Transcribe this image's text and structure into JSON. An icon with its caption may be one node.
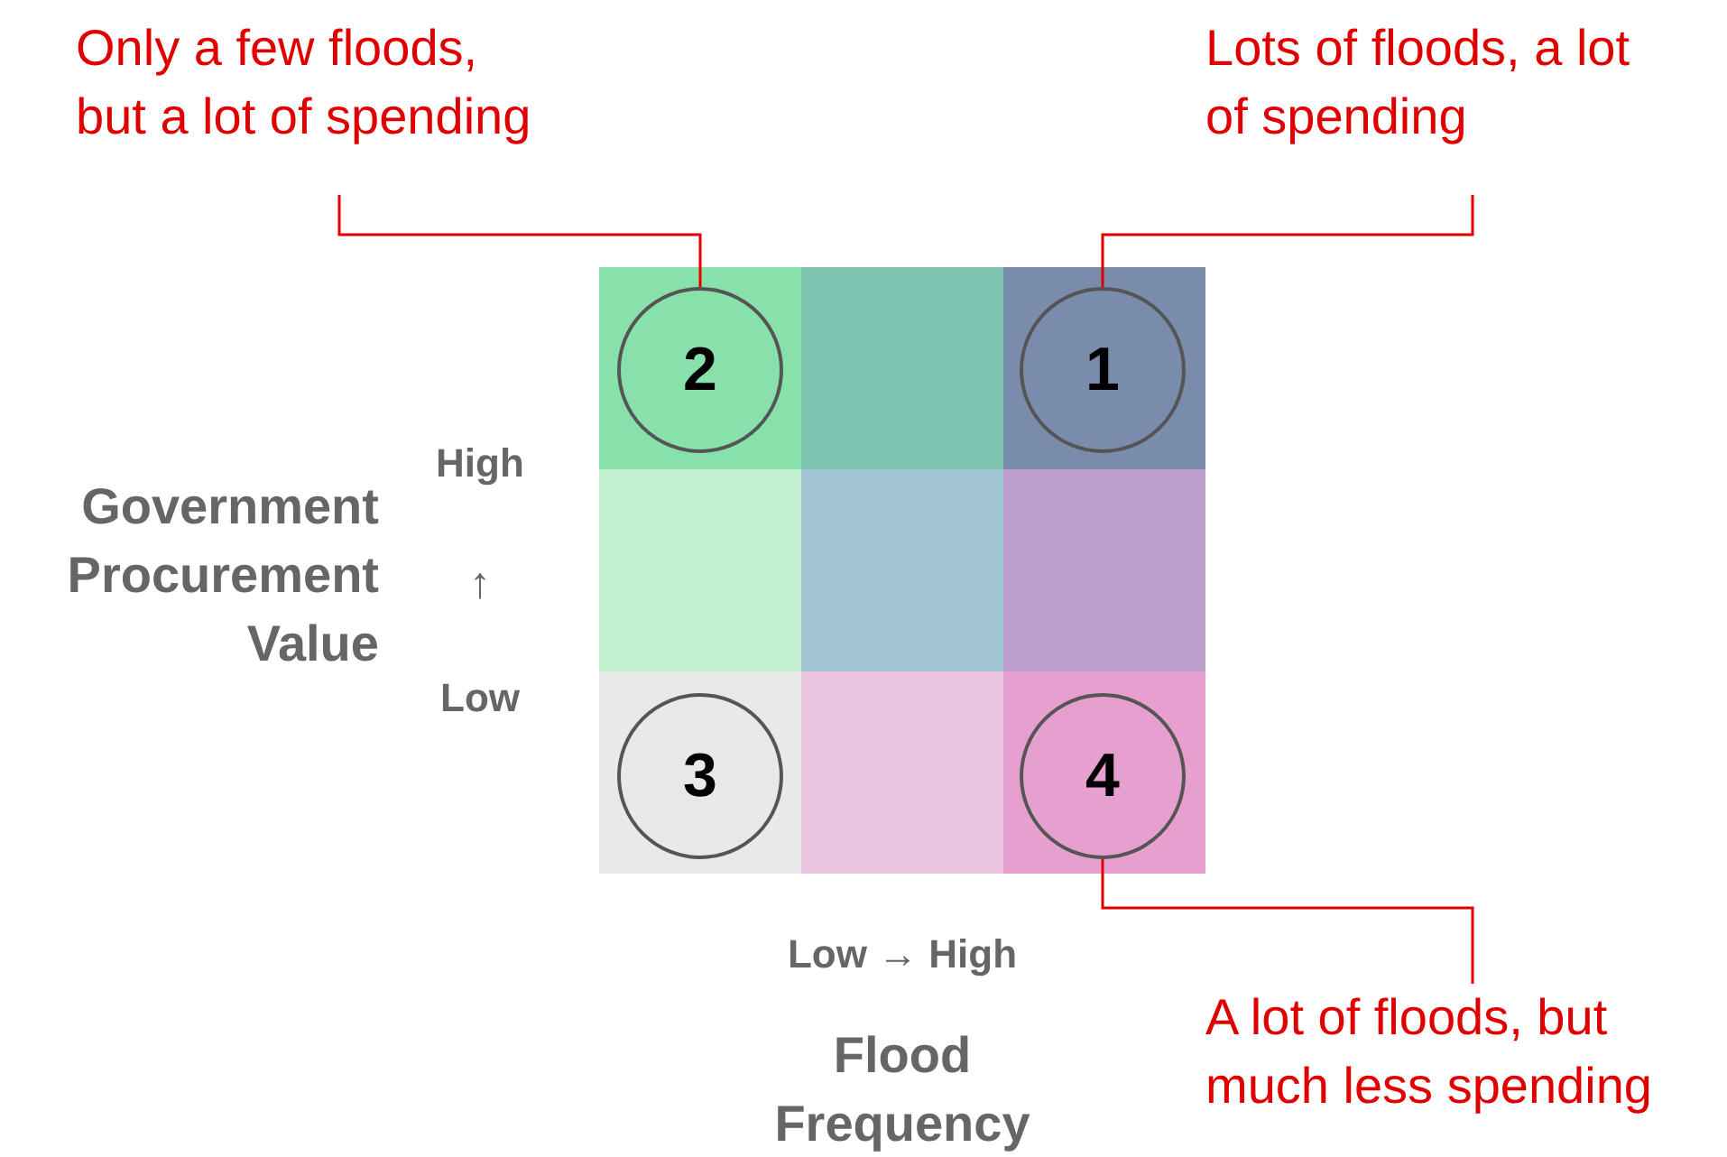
{
  "diagram": {
    "nodes": [
      {
        "text": [
          "Only a few floods, but a lot of spending"
        ]
      },
      {
        "text": [
          "Lots of floods, a lot of spending"
        ]
      },
      {
        "text": [
          "2"
        ]
      },
      {
        "text": [
          "1"
        ]
      },
      {
        "text": [
          "3"
        ]
      },
      {
        "text": [
          "4"
        ]
      },
      {
        "text": [
          "A lot of floods, but much less spending"
        ]
      }
    ],
    "edges": [
      {
        "from": 0,
        "to": 2,
        "arrow": "none"
      },
      {
        "from": 1,
        "to": 3,
        "arrow": "none"
      },
      {
        "from": 5,
        "to": 6,
        "arrow": "none"
      }
    ],
    "labels": [
      "High",
      "Government Procurement Value",
      "↑",
      "Low",
      "Low → High",
      "Flood Frequency"
    ]
  }
}
